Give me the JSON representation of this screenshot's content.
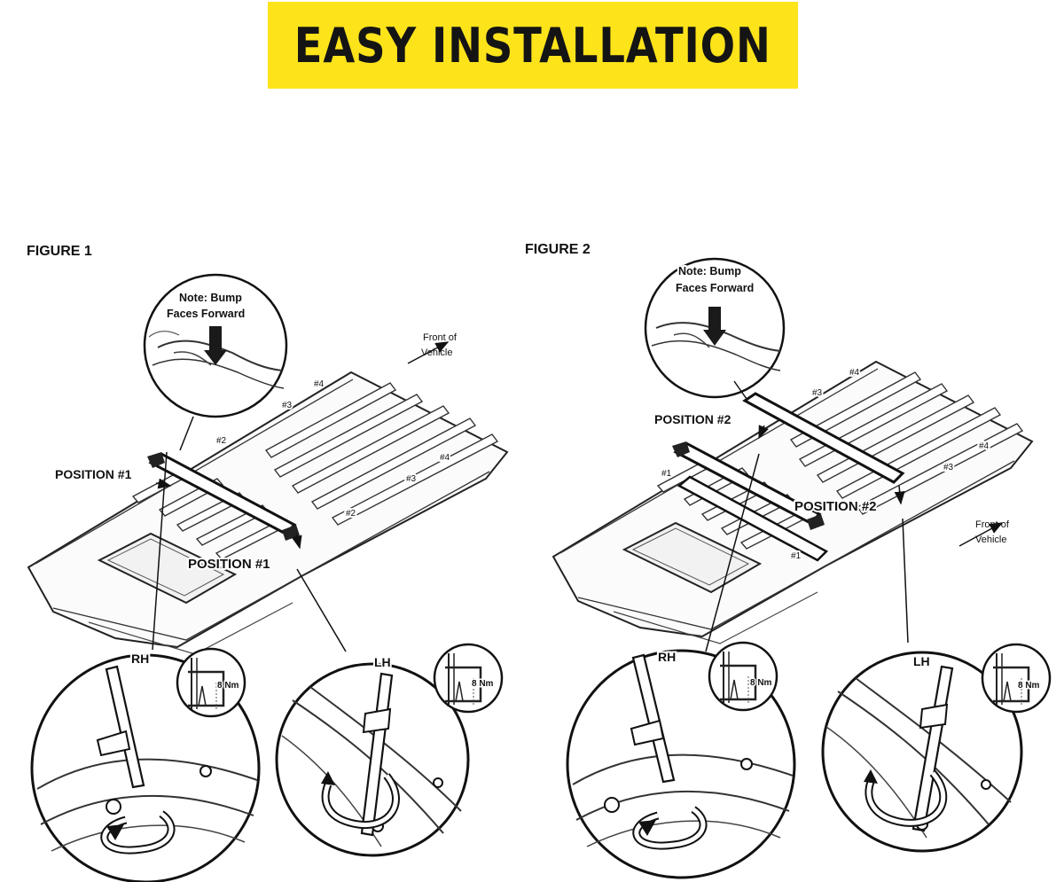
{
  "banner": {
    "title": "EASY INSTALLATION",
    "color": "#fde31a"
  },
  "figure1": {
    "label": "FIGURE 1",
    "note_line1": "Note: Bump",
    "note_line2": "Faces Forward",
    "front_line1": "Front of",
    "front_line2": "Vehicle",
    "position_left": "POSITION #1",
    "position_right": "POSITION #1",
    "rail_far": [
      "#2",
      "#3",
      "#4"
    ],
    "rail_near": [
      "#2",
      "#3",
      "#4"
    ],
    "rh_label": "RH",
    "lh_label": "LH",
    "torque_rh": "8 Nm",
    "torque_lh": "8 Nm"
  },
  "figure2": {
    "label": "FIGURE 2",
    "note_line1": "Note: Bump",
    "note_line2": "Faces Forward",
    "front_line1": "Front of",
    "front_line2": "Vehicle",
    "position_left": "POSITION #2",
    "position_right": "POSITION #2",
    "rail_far": [
      "#1",
      "#3",
      "#4"
    ],
    "rail_near": [
      "#1",
      "#3",
      "#4"
    ],
    "rh_label": "RH",
    "lh_label": "LH",
    "torque_rh": "8 Nm",
    "torque_lh": "8 Nm"
  }
}
